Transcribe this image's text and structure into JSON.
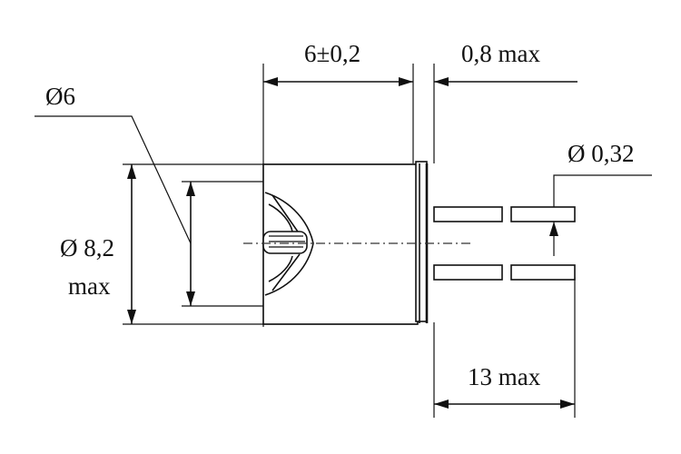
{
  "labels": {
    "length": "6±0,2",
    "flange": "0,8 max",
    "dia_lens": "Ø6",
    "dia_pin": "Ø 0,32",
    "dia_body": "Ø 8,2",
    "dia_body_max": "max",
    "lead_length": "13 max"
  },
  "colors": {
    "ink": "#111111",
    "background": "#ffffff"
  }
}
